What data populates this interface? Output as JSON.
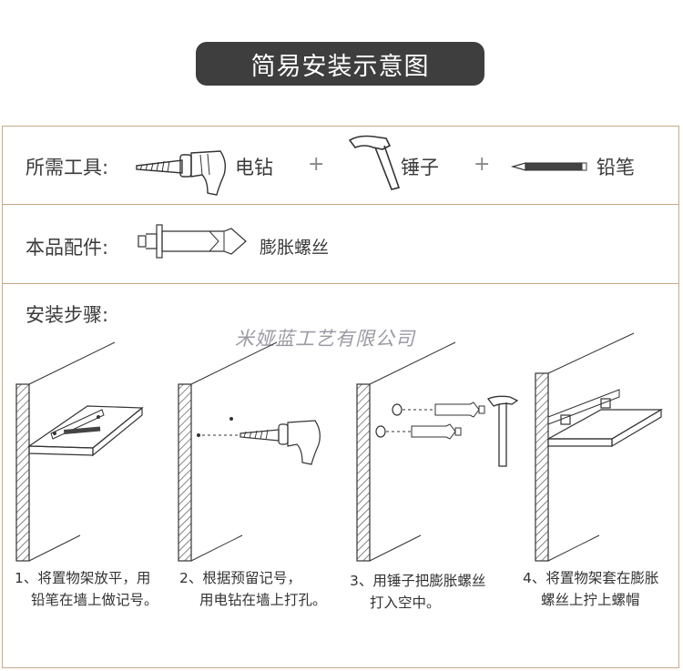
{
  "title": "简易安装示意图",
  "tools": {
    "label": "所需工具:",
    "drill_label": "电钻",
    "hammer_label": "锤子",
    "pencil_label": "铅笔",
    "plus": "+"
  },
  "parts": {
    "label": "本品配件:",
    "bolt_label": "膨胀螺丝"
  },
  "steps": {
    "label": "安装步骤:",
    "watermark": "米娅蓝工艺有限公司",
    "items": [
      {
        "line1": "1、将置物架放平，用",
        "line2": "铅笔在墙上做记号。"
      },
      {
        "line1": "2、根据预留记号，",
        "line2": "用电钻在墙上打孔。"
      },
      {
        "line1": "3、用锤子把膨胀螺丝",
        "line2": "打入空中。"
      },
      {
        "line1": "4、将置物架套在膨胀",
        "line2": "螺丝上拧上螺帽"
      }
    ]
  },
  "colors": {
    "border": "#c9a98a",
    "title_bg": "#3e3e3e",
    "title_text": "#ffffff"
  }
}
